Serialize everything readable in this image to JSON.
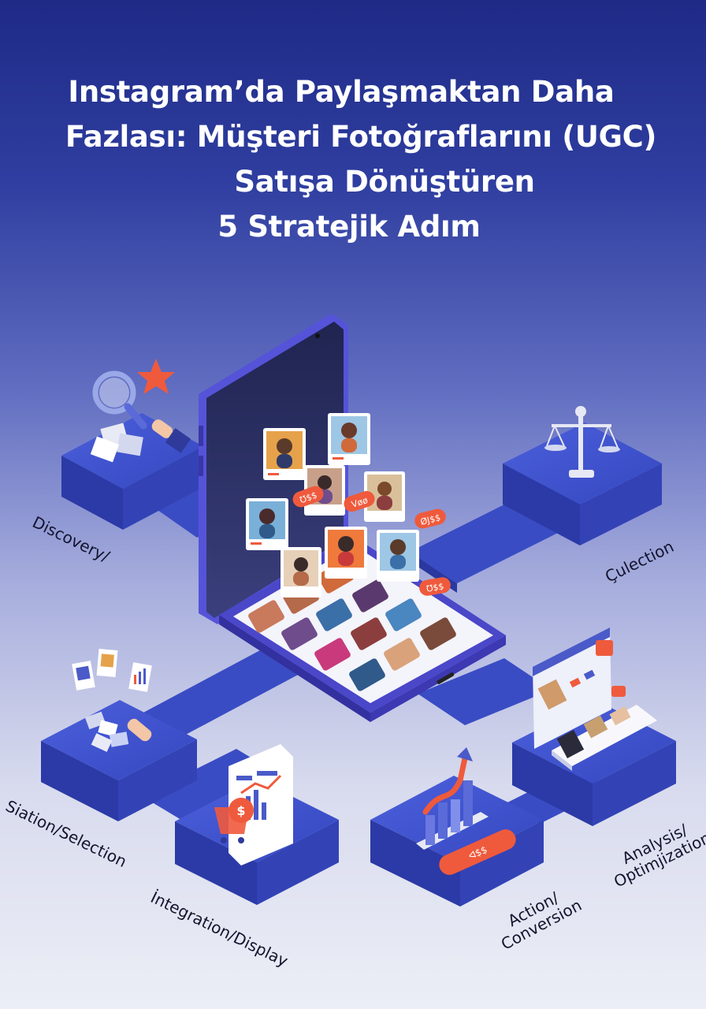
{
  "title": {
    "line1": "Instagram’da Paylaşmaktan Daha",
    "line2": "Fazlası: Müşteri Fotoğraflarını (UGC)",
    "line3": "Satışa Dönüştüren",
    "line4": "5 Stratejik Adım"
  },
  "steps": {
    "discovery": "Discovery/",
    "collection": "Çulection",
    "selection": "Siation/Selection",
    "integration": "İntegration/Display",
    "action_line1": "Action/",
    "action_line2": "Conversion",
    "analysis_line1": "Analysis/",
    "analysis_line2": "Optimjization"
  },
  "badges": {
    "b1": "Ʊ$$",
    "b2": "Vøø",
    "b3": "ØJ$$",
    "b4": "Ʊ$$",
    "button": "ᐊ$$"
  },
  "icons": {
    "discovery": "magnifier-icon",
    "collection": "scale-icon",
    "selection": "hand-photos-icon",
    "integration": "cart-dollar-icon",
    "action": "growth-chart-icon",
    "analysis": "dashboard-icon",
    "star": "star-icon"
  },
  "colors": {
    "accent": "#ef5a3c",
    "platform": "#3d4fc8",
    "phone": "#4a47c9"
  }
}
